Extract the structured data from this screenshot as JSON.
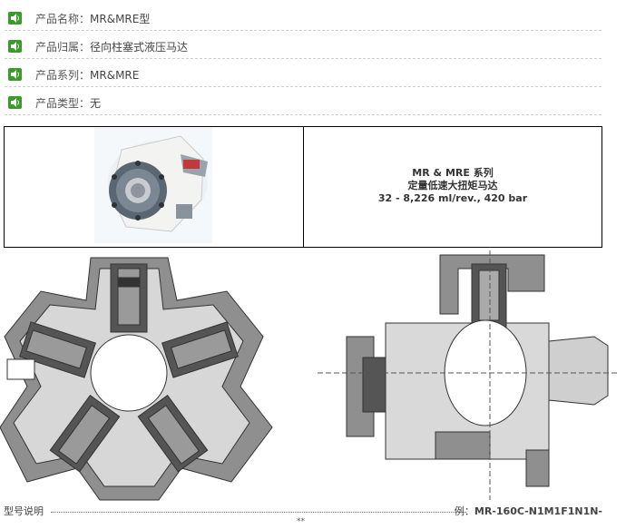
{
  "product_info": [
    {
      "label": "产品名称：",
      "value": "MR&MRE型"
    },
    {
      "label": "产品归属：",
      "value": "径向柱塞式液压马达"
    },
    {
      "label": "产品系列：",
      "value": "MR&MRE"
    },
    {
      "label": "产品类型：",
      "value": "无"
    }
  ],
  "description": {
    "line1": "MR & MRE 系列",
    "line2": "定量低速大扭矩马达",
    "line3": "32 - 8,226 ml/rev., 420 bar"
  },
  "footer": {
    "left": "型号说明",
    "example_prefix": "例：",
    "example_code": "MR-160C-N1M1F1N1N-",
    "tail": "**"
  },
  "colors": {
    "speaker_green": "#3a9a2a",
    "motor_gray": "#8a8a8a",
    "motor_light": "#d6d6d6"
  }
}
